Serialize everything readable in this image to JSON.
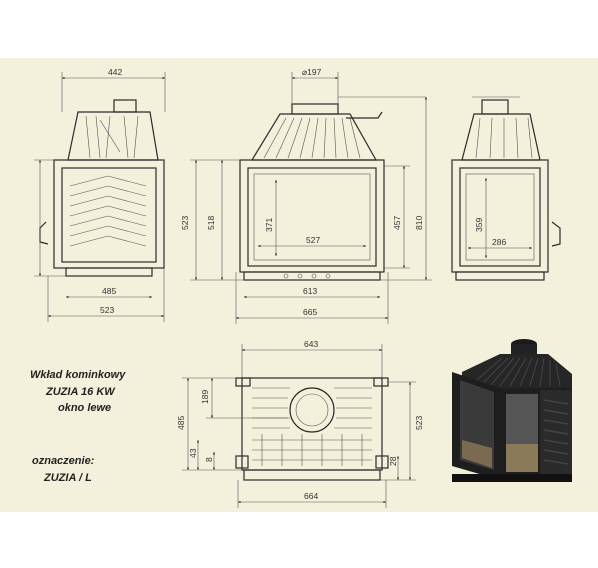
{
  "caption": {
    "line1": "Wkład kominkowy",
    "line2": "ZUZIA 16 KW",
    "line3": "okno lewe",
    "marking_label": "oznaczenie:",
    "marking_value": "ZUZIA / L"
  },
  "dimensions": {
    "d442": "442",
    "d197": "⌀197",
    "d523_left": "523",
    "d518": "518",
    "d371": "371",
    "d527": "527",
    "d457": "457",
    "d810": "810",
    "d359": "359",
    "d286": "286",
    "d485_front": "485",
    "d523_front": "523",
    "d613": "613",
    "d665": "665",
    "d643": "643",
    "d189": "189",
    "d485_top": "485",
    "d43": "43",
    "d8": "8",
    "d523_top": "523",
    "d28": "28",
    "d664": "664"
  }
}
